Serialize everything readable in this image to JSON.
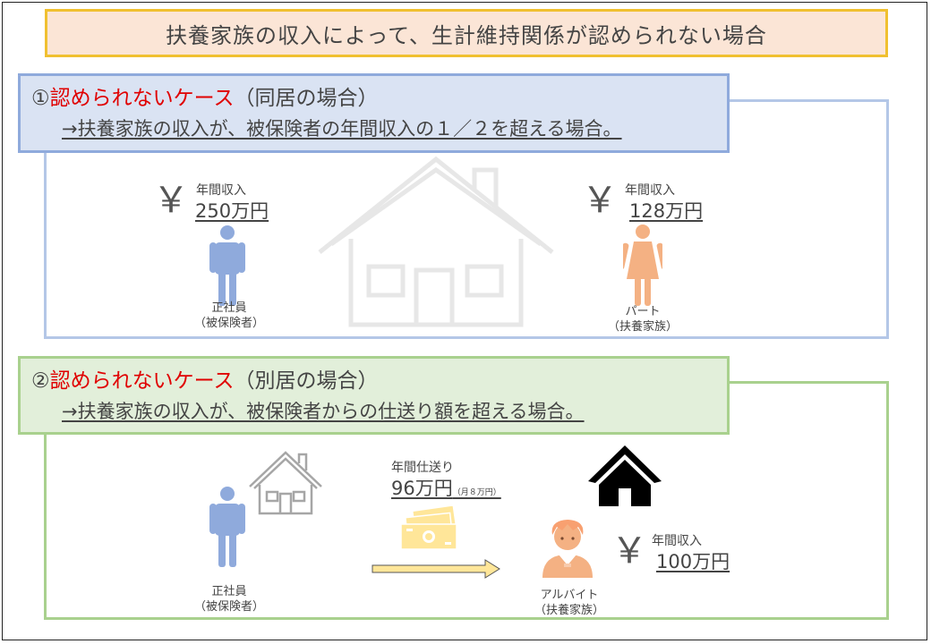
{
  "title": "扶養家族の収入によって、生計維持関係が認められない場合",
  "case1": {
    "number": "①",
    "label": "認められないケース",
    "condition": "（同居の場合）",
    "description": "→扶養家族の収入が、被保険者の年間収入の１／２を超える場合。",
    "employee": {
      "income_label": "年間収入",
      "income": "250万円",
      "role": "正社員",
      "role_sub": "（被保険者）"
    },
    "dependent": {
      "income_label": "年間収入",
      "income": "128万円",
      "role": "パート",
      "role_sub": "（扶養家族）"
    },
    "yen_symbol": "￥"
  },
  "case2": {
    "number": "②",
    "label": "認められないケース",
    "condition": "（別居の場合）",
    "description": "→扶養家族の収入が、被保険者からの仕送り額を超える場合。",
    "remittance": {
      "label": "年間仕送り",
      "amount": "96万円",
      "monthly": "（月８万円）"
    },
    "employee": {
      "role": "正社員",
      "role_sub": "（被保険者）"
    },
    "dependent": {
      "income_label": "年間収入",
      "income": "100万円",
      "role": "アルバイト",
      "role_sub": "（扶養家族）"
    },
    "yen_symbol": "￥"
  },
  "colors": {
    "red_accent": "#e00000",
    "case1_border": "#b4c7e7",
    "case1_header": "#dae3f3",
    "case2_border": "#a9d18e",
    "case2_header": "#e2efda",
    "title_bg": "#fbe5d6",
    "title_border": "#f0c030",
    "employee_icon": "#8faadc",
    "dependent_icon": "#f4b183",
    "money": "#ffe699"
  }
}
